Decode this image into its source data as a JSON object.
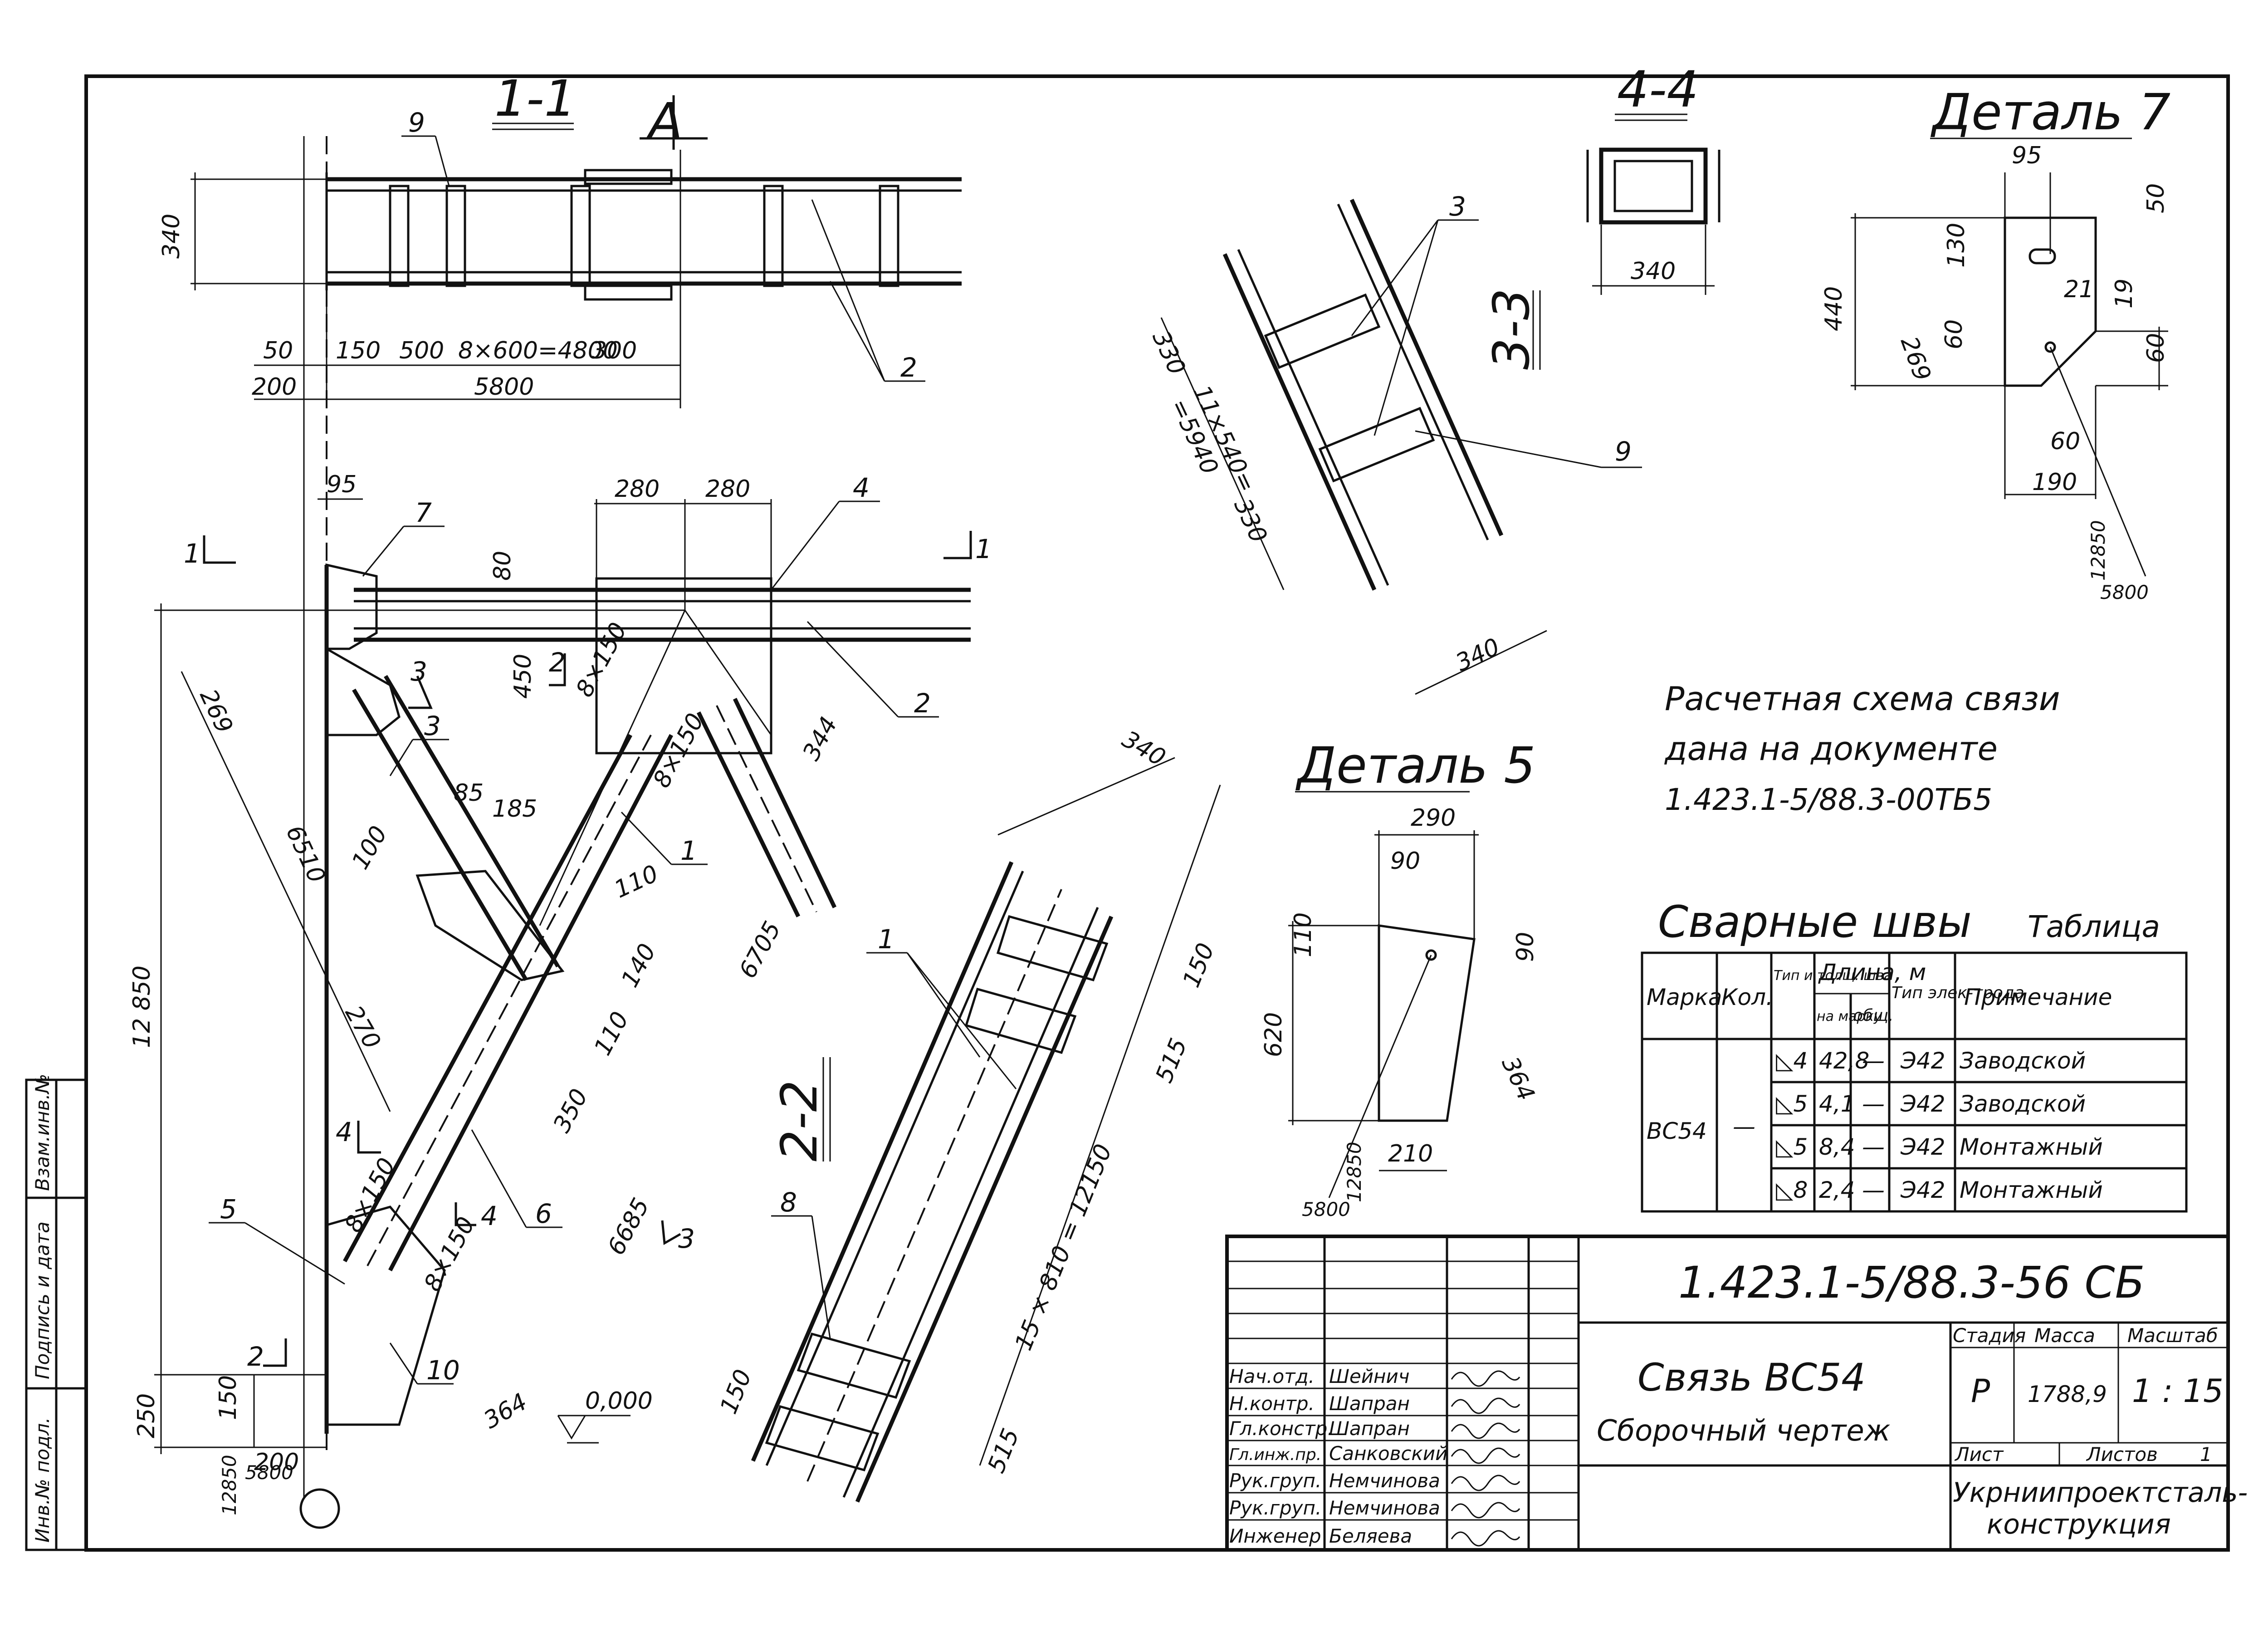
{
  "sections": {
    "s11": "1-1",
    "s22": "2-2",
    "s33": "3-3",
    "s44": "4-4",
    "axis": "А"
  },
  "details": {
    "d7": "Деталь 7",
    "d5": "Деталь 5"
  },
  "markers": {
    "m1": "1",
    "m2": "2",
    "m3": "3",
    "m4": "4"
  },
  "dims_top": {
    "d340": "340",
    "d50": "50",
    "d150": "150",
    "d500": "500",
    "d8x600": "8×600=4800",
    "d300": "300",
    "d200": "200",
    "d5800": "5800",
    "pos9": "9",
    "pos2": "2"
  },
  "dims_main": {
    "d95": "95",
    "d280a": "280",
    "d280b": "280",
    "d80": "80",
    "d450": "450",
    "d269": "269",
    "d6510": "6510",
    "d12850": "12 850",
    "d85": "85",
    "d185": "185",
    "d100": "100",
    "d110a": "110",
    "d140": "140",
    "d110b": "110",
    "d270": "270",
    "d350": "350",
    "d6705": "6705",
    "d6685": "6685",
    "d344": "344",
    "d8x150a": "8×150",
    "d8x150b": "8×150",
    "d8x150c": "8×150",
    "d8x150d": "8×150",
    "d150b": "150",
    "d250": "250",
    "d200b": "200",
    "d364": "364",
    "level": "0,000",
    "d12850s": "12850",
    "d5800s": "5800",
    "p7": "7",
    "p4": "4",
    "p2": "2",
    "p3": "3",
    "p1": "1",
    "p5": "5",
    "p6": "6",
    "p10": "10"
  },
  "dims_s22": {
    "d340": "340",
    "d150a": "150",
    "d515a": "515",
    "d15x810": "15 × 810 = 12150",
    "d515b": "515",
    "d150b": "150",
    "p1": "1",
    "p8": "8"
  },
  "dims_s33": {
    "d330a": "330",
    "d11x540": "11×540=",
    "d5940": "=5940",
    "d330b": "330",
    "d340": "340",
    "p3": "3",
    "p9": "9"
  },
  "dims_s44": {
    "d340": "340"
  },
  "dims_d7": {
    "d95": "95",
    "d50": "50",
    "d130": "130",
    "d440": "440",
    "d21": "21",
    "d19": "19",
    "d60a": "60",
    "d269": "269",
    "d60b": "60",
    "d60c": "60",
    "d190": "190",
    "d12850": "12850",
    "d5800": "5800"
  },
  "dims_d5": {
    "d290": "290",
    "d90a": "90",
    "d110": "110",
    "d90b": "90",
    "d620": "620",
    "d364": "364",
    "d210": "210",
    "d12850": "12850",
    "d5800": "5800"
  },
  "note": {
    "line1": "Расчетная схема связи",
    "line2": "дана  на  документе",
    "line3": "1.423.1-5/88.3-00ТБ5"
  },
  "welds": {
    "title": "Сварные швы",
    "table_label": "Таблица",
    "headers": {
      "marka": "Марка",
      "kol": "Кол.",
      "tip": "Тип и толщ. шва",
      "dlina": "Длина, м",
      "na_marku": "на марку",
      "obsch": "общ.",
      "electrode": "Тип элек-трода",
      "primech": "Примечание"
    },
    "mark": "ВС54",
    "kol_value": "—",
    "rows": [
      {
        "tip": "◺4",
        "len": "42,8",
        "obsch": "—",
        "el": "Э42",
        "note": "Заводской"
      },
      {
        "tip": "◺5",
        "len": "4,1",
        "obsch": "—",
        "el": "Э42",
        "note": "Заводской"
      },
      {
        "tip": "◺5",
        "len": "8,4",
        "obsch": "—",
        "el": "Э42",
        "note": "Монтажный"
      },
      {
        "tip": "◺8",
        "len": "2,4",
        "obsch": "—",
        "el": "Э42",
        "note": "Монтажный"
      }
    ]
  },
  "title_block": {
    "doc_code": "1.423.1-5/88.3-56 СБ",
    "name_line1": "Связь ВС54",
    "name_line2": "Сборочный  чертеж",
    "stadia_label": "Стадия",
    "massa_label": "Масса",
    "masshtab_label": "Масштаб",
    "stadia": "Р",
    "massa": "1788,9",
    "masshtab": "1 : 15",
    "list_label": "Лист",
    "listov_label": "Листов",
    "listov": "1",
    "org_line1": "Укрниипроектсталь-",
    "org_line2": "конструкция",
    "people": [
      {
        "role": "Нач.отд.",
        "name": "Шейнич"
      },
      {
        "role": "Н.контр.",
        "name": "Шапран"
      },
      {
        "role": "Гл.констр.",
        "name": "Шапран"
      },
      {
        "role": "Гл.инж.пр.",
        "name": "Санковский"
      },
      {
        "role": "Рук.груп.",
        "name": "Немчинова"
      },
      {
        "role": "Рук.груп.",
        "name": "Немчинова"
      },
      {
        "role": "Инженер",
        "name": "Беляева"
      }
    ]
  },
  "side_stamp": {
    "inv_podl": "Инв.№ подл.",
    "podpis": "Подпись и дата",
    "vzam": "Взам.инв.№"
  }
}
